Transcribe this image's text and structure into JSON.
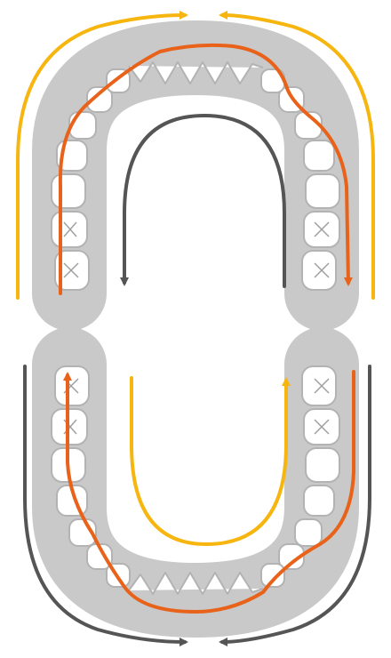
{
  "diagram": {
    "colors": {
      "gum": "#c9c9c9",
      "tooth_fill": "#ffffff",
      "tooth_outline": "#b3b3b3",
      "tooth_groove": "#a0a0a0",
      "path_orange": "#e8621a",
      "path_yellow": "#f6b60f",
      "path_dark": "#555555"
    },
    "arches": [
      {
        "id": "upper",
        "arrows": [
          "path_yellow",
          "path_yellow",
          "path_orange",
          "path_dark"
        ]
      },
      {
        "id": "lower",
        "arrows": [
          "path_dark",
          "path_dark",
          "path_orange",
          "path_yellow"
        ]
      }
    ]
  }
}
